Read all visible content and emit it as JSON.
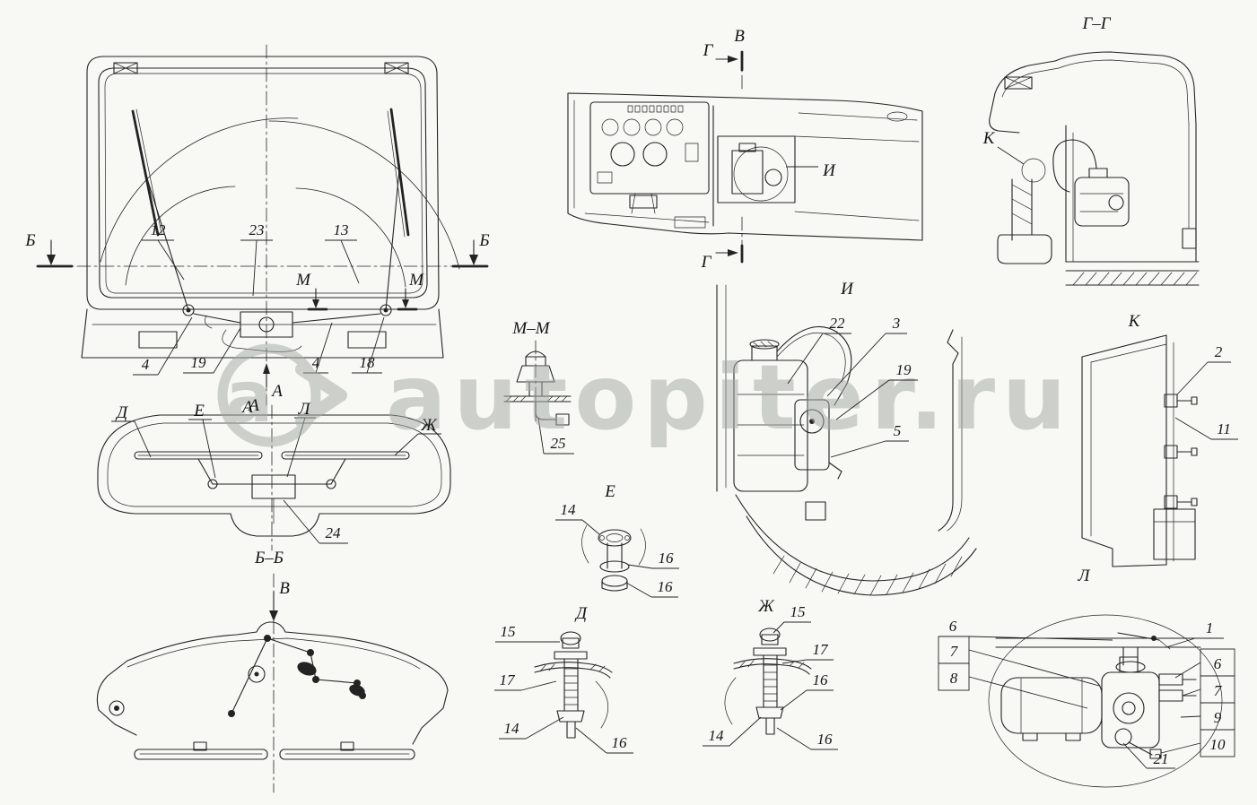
{
  "page": {
    "bg_color": "#f8f8f5",
    "ink_color": "#232323",
    "watermark_color": "#a4aaa4"
  },
  "watermark": {
    "logo_letter": "a",
    "brand": "autopiter.ru"
  },
  "front_view": {
    "section_label_left": "Б",
    "section_label_right": "Б",
    "callout_12": "12",
    "callout_23": "23",
    "callout_13": "13",
    "section_m_left": "М",
    "section_m_right": "М",
    "callout_4_left": "4",
    "callout_19": "19",
    "callout_4_right": "4",
    "callout_18": "18",
    "view_arrow_label_a": "А",
    "view_arrow_label_a2": "А"
  },
  "dash_view": {
    "title": "В",
    "section_g_top": "Г",
    "section_g_bottom": "Г",
    "detail_ref_i": "И"
  },
  "section_gg": {
    "title": "Г–Г",
    "detail_ref_k": "К"
  },
  "roof_view": {
    "ref_d": "Д",
    "ref_e": "Е",
    "title_a": "А",
    "ref_l": "Л",
    "ref_zh": "Ж",
    "callout_24": "24"
  },
  "section_mm": {
    "title": "М–М",
    "callout_25": "25"
  },
  "detail_i": {
    "title": "И",
    "callout_22": "22",
    "callout_3": "3",
    "callout_19": "19",
    "callout_5": "5"
  },
  "detail_k": {
    "title": "К",
    "callout_2": "2",
    "callout_11": "11"
  },
  "section_bb": {
    "title": "Б–Б",
    "view_arrow_label_v": "В"
  },
  "detail_e": {
    "title": "Е",
    "callout_14": "14",
    "callout_16_top": "16",
    "callout_16_bottom": "16"
  },
  "detail_d": {
    "title": "Д",
    "callout_15": "15",
    "callout_17": "17",
    "callout_14": "14",
    "callout_16": "16"
  },
  "detail_zh": {
    "title": "Ж",
    "callout_15": "15",
    "callout_17": "17",
    "callout_16_right": "16",
    "callout_14": "14",
    "callout_16_bottom": "16"
  },
  "detail_l": {
    "title": "Л",
    "callout_6_left": "6",
    "callout_7_left": "7",
    "callout_8": "8",
    "callout_1": "1",
    "callout_6_right": "6",
    "callout_7_right": "7",
    "callout_9": "9",
    "callout_10": "10",
    "callout_21": "21"
  }
}
